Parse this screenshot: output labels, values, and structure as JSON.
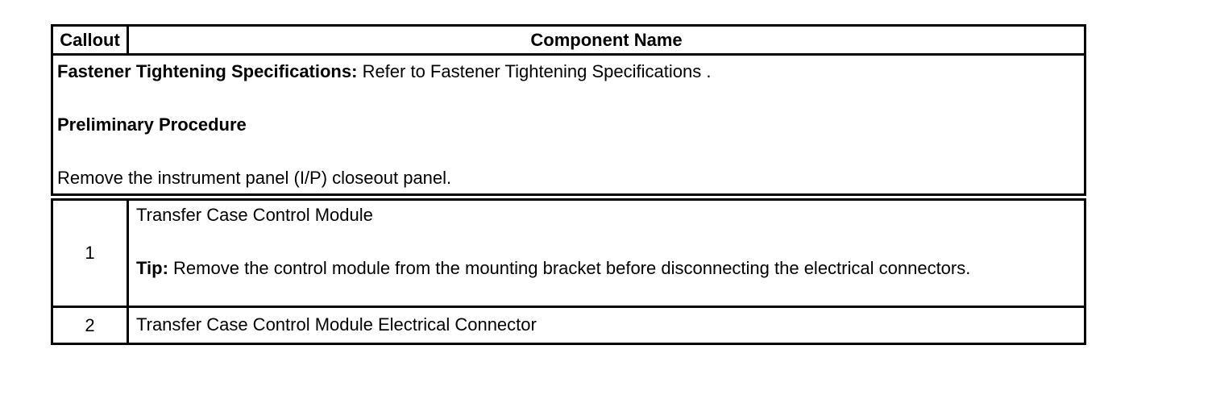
{
  "header": {
    "callout": "Callout",
    "component": "Component Name"
  },
  "note": {
    "fastener_label": "Fastener Tightening Specifications:",
    "fastener_text": "Refer to Fastener Tightening Specifications .",
    "preliminary_label": "Preliminary Procedure",
    "procedure_text": "Remove the instrument panel (I/P) closeout panel."
  },
  "rows": [
    {
      "callout": "1",
      "name": "Transfer Case Control Module",
      "tip_label": "Tip:",
      "tip_text": "Remove the control module from the mounting bracket before disconnecting the electrical connectors."
    },
    {
      "callout": "2",
      "name": "Transfer Case Control Module Electrical Connector"
    }
  ],
  "colors": {
    "background": "#ffffff",
    "text": "#000000",
    "border": "#000000"
  }
}
